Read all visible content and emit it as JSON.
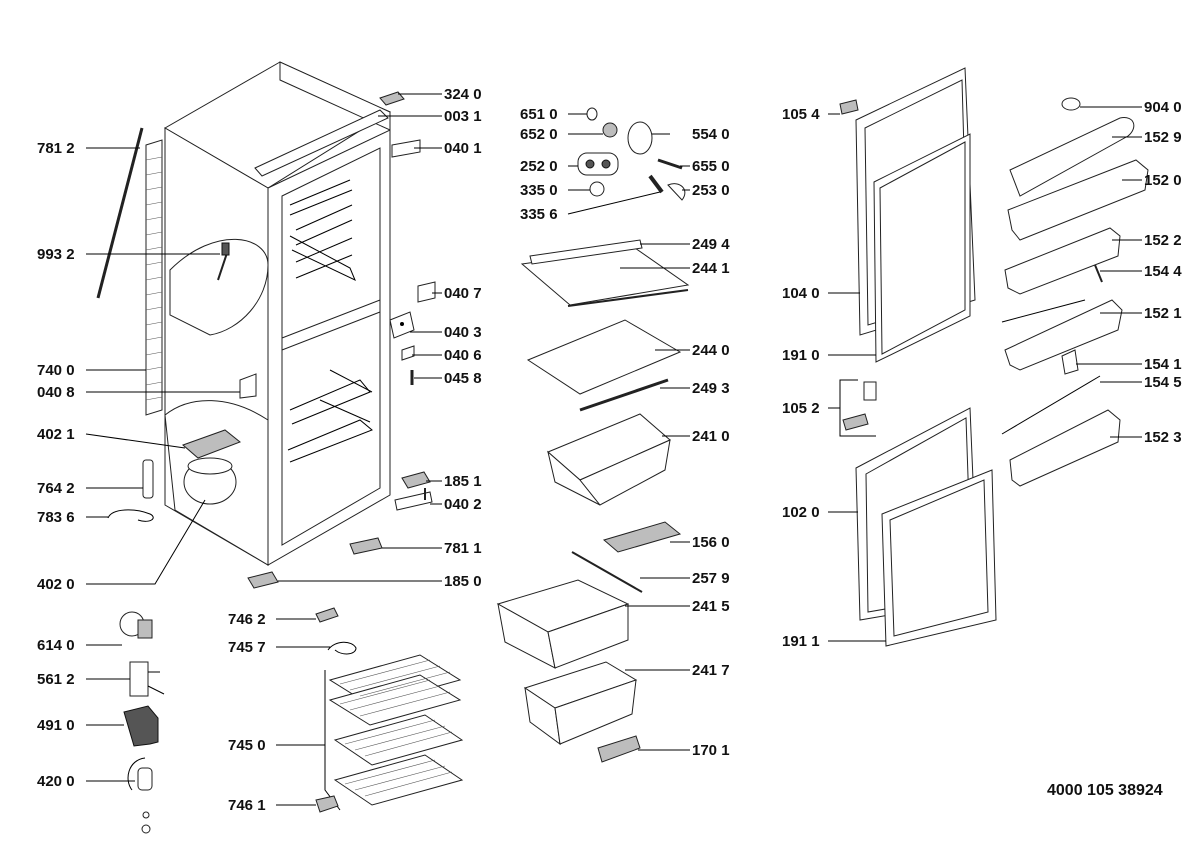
{
  "document_number": "4000 105 38924",
  "callouts": [
    {
      "id": "l-3240",
      "label": "324 0"
    },
    {
      "id": "l-0031",
      "label": "003 1"
    },
    {
      "id": "l-0401",
      "label": "040 1"
    },
    {
      "id": "l-7812",
      "label": "781 2"
    },
    {
      "id": "l-9932",
      "label": "993 2"
    },
    {
      "id": "l-0407",
      "label": "040 7"
    },
    {
      "id": "l-0403",
      "label": "040 3"
    },
    {
      "id": "l-0406",
      "label": "040 6"
    },
    {
      "id": "l-0458",
      "label": "045 8"
    },
    {
      "id": "l-7400",
      "label": "740 0"
    },
    {
      "id": "l-0408",
      "label": "040 8"
    },
    {
      "id": "l-4021",
      "label": "402 1"
    },
    {
      "id": "l-7642",
      "label": "764 2"
    },
    {
      "id": "l-7836",
      "label": "783 6"
    },
    {
      "id": "l-1851",
      "label": "185 1"
    },
    {
      "id": "l-0402",
      "label": "040 2"
    },
    {
      "id": "l-7811",
      "label": "781 1"
    },
    {
      "id": "l-4020",
      "label": "402 0"
    },
    {
      "id": "l-1850",
      "label": "185 0"
    },
    {
      "id": "l-6140",
      "label": "614 0"
    },
    {
      "id": "l-5612",
      "label": "561 2"
    },
    {
      "id": "l-4910",
      "label": "491 0"
    },
    {
      "id": "l-4200",
      "label": "420 0"
    },
    {
      "id": "l-7462",
      "label": "746 2"
    },
    {
      "id": "l-7457",
      "label": "745 7"
    },
    {
      "id": "l-7450",
      "label": "745 0"
    },
    {
      "id": "l-7461",
      "label": "746 1"
    },
    {
      "id": "l-6510",
      "label": "651 0"
    },
    {
      "id": "l-6520",
      "label": "652 0"
    },
    {
      "id": "l-5540",
      "label": "554 0"
    },
    {
      "id": "l-2520",
      "label": "252 0"
    },
    {
      "id": "l-6550",
      "label": "655 0"
    },
    {
      "id": "l-3350",
      "label": "335 0"
    },
    {
      "id": "l-2530",
      "label": "253 0"
    },
    {
      "id": "l-3356",
      "label": "335 6"
    },
    {
      "id": "l-2494",
      "label": "249 4"
    },
    {
      "id": "l-2441",
      "label": "244 1"
    },
    {
      "id": "l-2440",
      "label": "244 0"
    },
    {
      "id": "l-2493",
      "label": "249 3"
    },
    {
      "id": "l-2410",
      "label": "241 0"
    },
    {
      "id": "l-1560",
      "label": "156 0"
    },
    {
      "id": "l-2579",
      "label": "257 9"
    },
    {
      "id": "l-2415",
      "label": "241 5"
    },
    {
      "id": "l-2417",
      "label": "241 7"
    },
    {
      "id": "l-1701",
      "label": "170 1"
    },
    {
      "id": "l-1054",
      "label": "105 4"
    },
    {
      "id": "l-1040",
      "label": "104 0"
    },
    {
      "id": "l-1910",
      "label": "191 0"
    },
    {
      "id": "l-1052",
      "label": "105 2"
    },
    {
      "id": "l-1020",
      "label": "102 0"
    },
    {
      "id": "l-1911",
      "label": "191 1"
    },
    {
      "id": "l-9040",
      "label": "904 0"
    },
    {
      "id": "l-1529",
      "label": "152 9"
    },
    {
      "id": "l-1520",
      "label": "152 0"
    },
    {
      "id": "l-1522",
      "label": "152 2"
    },
    {
      "id": "l-1544",
      "label": "154 4"
    },
    {
      "id": "l-1521",
      "label": "152 1"
    },
    {
      "id": "l-1541",
      "label": "154 1"
    },
    {
      "id": "l-1545",
      "label": "154 5"
    },
    {
      "id": "l-1523",
      "label": "152 3"
    }
  ]
}
